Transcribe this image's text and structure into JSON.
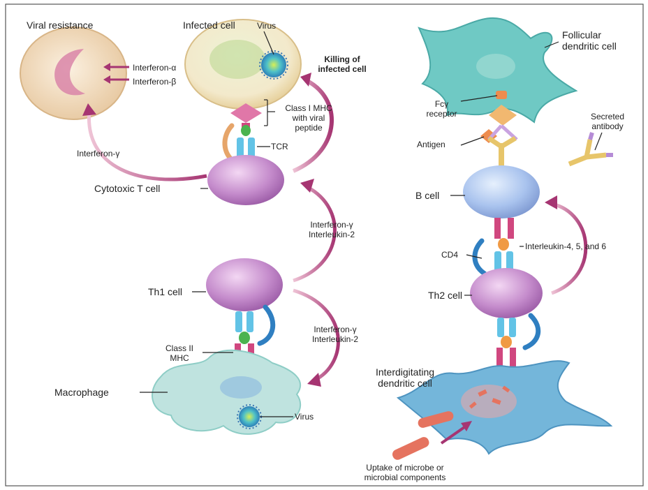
{
  "labels": {
    "viral_resistance": "Viral resistance",
    "infected_cell": "Infected cell",
    "virus_top": "Virus",
    "interferon_alpha": "Interferon-α",
    "interferon_beta": "Interferon-β",
    "killing_infected_cell": "Killing of\ninfected cell",
    "class1_mhc": "Class I MHC\nwith viral\npeptide",
    "tcr": "TCR",
    "interferon_gamma_left": "Interferon-γ",
    "cytotoxic_t_cell": "Cytotoxic T cell",
    "ifn_il2_upper": "Interferon-γ\nInterleukin-2",
    "th1_cell": "Th1 cell",
    "ifn_il2_lower": "Interferon-γ\nInterleukin-2",
    "class2_mhc": "Class II\nMHC",
    "macrophage": "Macrophage",
    "virus_bottom": "Virus",
    "follicular_dc": "Follicular\ndendritic cell",
    "fc_receptor": "Fcγ\nreceptor",
    "secreted_antibody": "Secreted\nantibody",
    "antigen": "Antigen",
    "b_cell": "B cell",
    "cd4": "CD4",
    "interleukins": "Interleukin-4, 5, and 6",
    "th2_cell": "Th2 cell",
    "interdigitating_dc": "Interdigitating\ndendritic cell",
    "uptake": "Uptake of microbe or\nmicrobial components"
  },
  "colors": {
    "tcell_purple": "#c48ac9",
    "bcell_blue": "#a9c6ee",
    "arrow_magenta": "#a63572",
    "receptor_cyan": "#62c3e6",
    "mhc_pink": "#d0477f",
    "fdc_teal": "#6fc9c4",
    "macrophage_aqua": "#bfe3df",
    "antibody_yellow": "#e7c56a",
    "microbe_red": "#e5735f"
  }
}
